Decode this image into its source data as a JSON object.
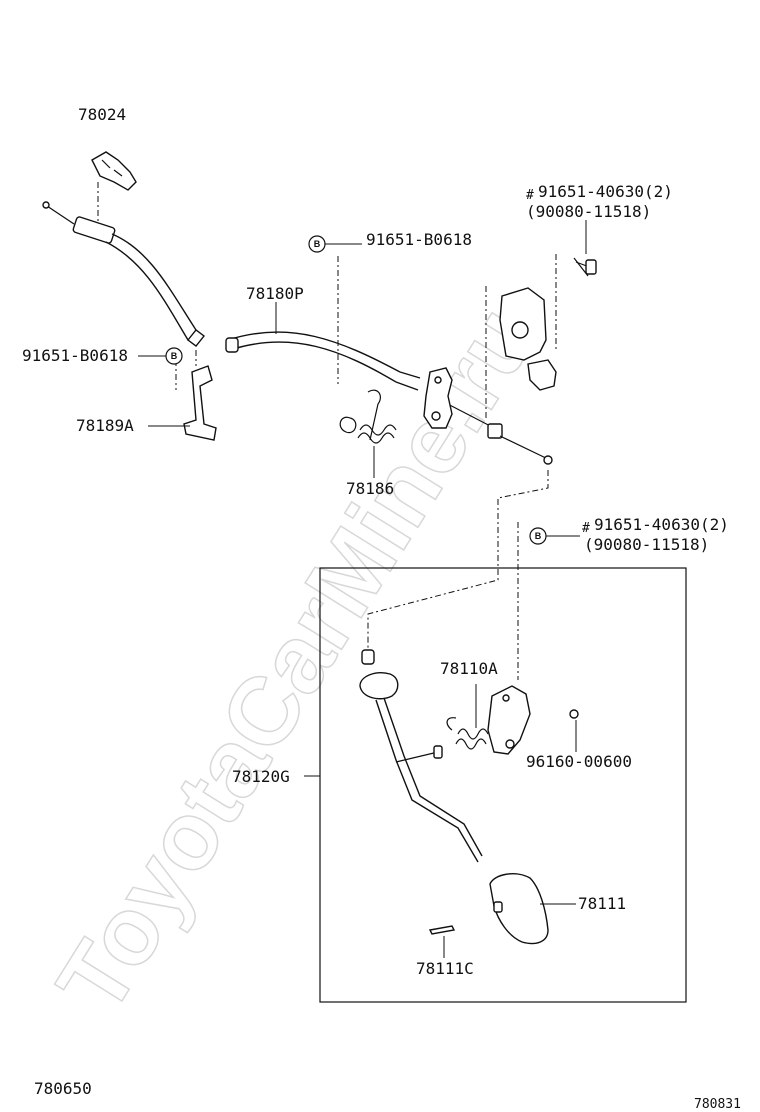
{
  "watermark": "ToyotaCarMine.ru",
  "parts": {
    "p78024": "78024",
    "p91651_b0618_top": "91651-B0618",
    "p91651_40630_top": "91651-40630(2)",
    "p90080_11518_top": "(90080-11518)",
    "p78180p": "78180P",
    "p91651_b0618_left": "91651-B0618",
    "p78189a": "78189A",
    "p78186": "78186",
    "p91651_40630_mid": "91651-40630(2)",
    "p90080_11518_mid": "(90080-11518)",
    "p78110a": "78110A",
    "p96160_00600": "96160-00600",
    "p78120g": "78120G",
    "p78111": "78111",
    "p78111c": "78111C"
  },
  "markers": {
    "b_symbol": "B",
    "hash_symbol": "#"
  },
  "footer": {
    "left_code": "780650",
    "right_code": "780831"
  }
}
